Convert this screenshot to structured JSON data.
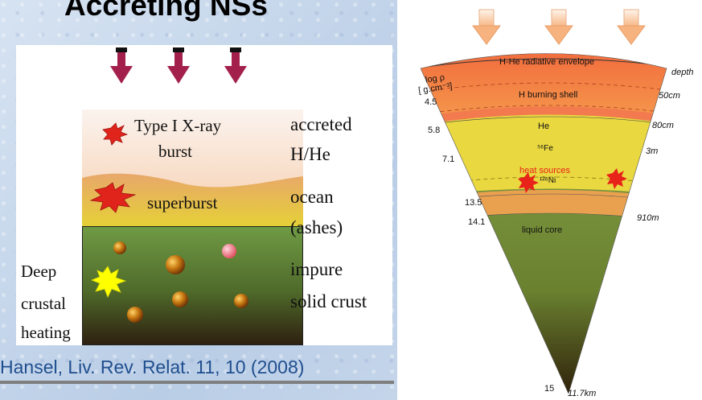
{
  "title": "Accreting NSs",
  "credit": "Hansel, Liv. Rev. Relat. 11, 10 (2008)",
  "left_diagram": {
    "burst_label_1": "Type I X-ray",
    "burst_label_2": "burst",
    "superburst_label": "superburst",
    "deep_1": "Deep",
    "deep_2": "crustal",
    "deep_3": "heating",
    "right_labels": {
      "accreted_1": "accreted",
      "accreted_2": "H/He",
      "ocean_1": "ocean",
      "ocean_2": "(ashes)",
      "impure_1": "impure",
      "impure_2": "solid crust"
    },
    "colors": {
      "arrow": "#a3204d",
      "burst": "#e0241b",
      "yellow_burst": "#ffff00"
    }
  },
  "right_diagram": {
    "axis_left_1": "log ρ",
    "axis_left_2": "[ g.cm⁻³]",
    "axis_right": "depth",
    "left_ticks": [
      "4.5",
      "5.8",
      "7.1",
      "13.5",
      "14.1",
      "15"
    ],
    "right_ticks": [
      "50cm",
      "80cm",
      "3m",
      "910m",
      "11.7km"
    ],
    "layers": {
      "envelope": "H-He radiative envelope",
      "burning": "H burning shell",
      "he": "He",
      "fe": "⁵⁶Fe",
      "heat": "heat sources",
      "ni": "¹²⁶Ni",
      "core": "liquid core"
    },
    "colors": {
      "envelope": "#f27a4e",
      "yellow": "#e9d840",
      "core": "#88a548",
      "heat_text": "#e8231a"
    }
  }
}
